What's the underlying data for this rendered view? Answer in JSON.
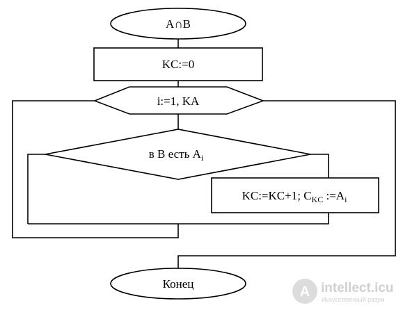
{
  "flowchart": {
    "start": {
      "text": "A∩B"
    },
    "init": {
      "text": "KC:=0"
    },
    "loop": {
      "text": "i:=1, KA"
    },
    "condition": {
      "text_main": "в B есть A",
      "text_sub": "i"
    },
    "action": {
      "part1": "KC:=KC+1; C",
      "part1_sub": "KC",
      "part2": " :=A",
      "part2_sub": "i"
    },
    "end": {
      "text": "Конец"
    }
  },
  "watermark": {
    "logo_letter": "A",
    "site": "intellect.icu",
    "tagline": "Искусственный разум"
  },
  "colors": {
    "stroke": "#000000",
    "background": "#ffffff",
    "watermark_circle": "#d6d6d6",
    "watermark_text": "#c8c8c8"
  }
}
